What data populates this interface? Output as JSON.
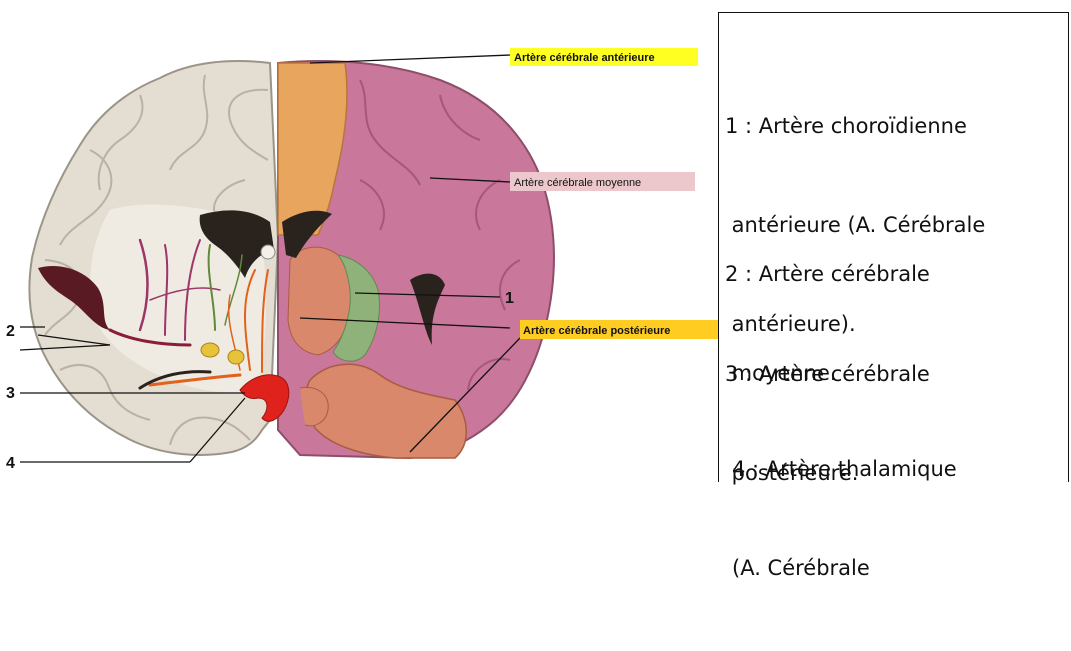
{
  "callouts": {
    "anterior": "Artère cérébrale antérieure",
    "middle": "Artère cérébrale moyenne",
    "posterior": "Artère cérébrale postérieure"
  },
  "numbers": {
    "n1": "1",
    "n2": "2",
    "n3": "3",
    "n4": "4"
  },
  "legend": {
    "item1": {
      "line1": "1 : Artère choroïdienne",
      "line2": " antérieure (A. Cérébrale",
      "line3": " antérieure)."
    },
    "item2": {
      "line1": "2 : Artère cérébrale",
      "line2": " moyenne."
    },
    "item3": {
      "line1": "3 : Artère cérébrale",
      "line2": " postérieure."
    },
    "item4": {
      "line1": "4 : Artère thalamique",
      "line2": "(A. Cérébrale"
    }
  },
  "colors": {
    "anterior_territory": "#e8a55e",
    "middle_territory": "#c9779a",
    "posterior_territory": "#d9886b",
    "choroidal_territory": "#8fb27a",
    "cortex_left": "#e4ddd1",
    "anterior_label_bg": "#ffff22",
    "middle_label_bg": "#ecc8cc",
    "posterior_label_bg": "#ffcc22",
    "artery_red": "#e0221c"
  }
}
